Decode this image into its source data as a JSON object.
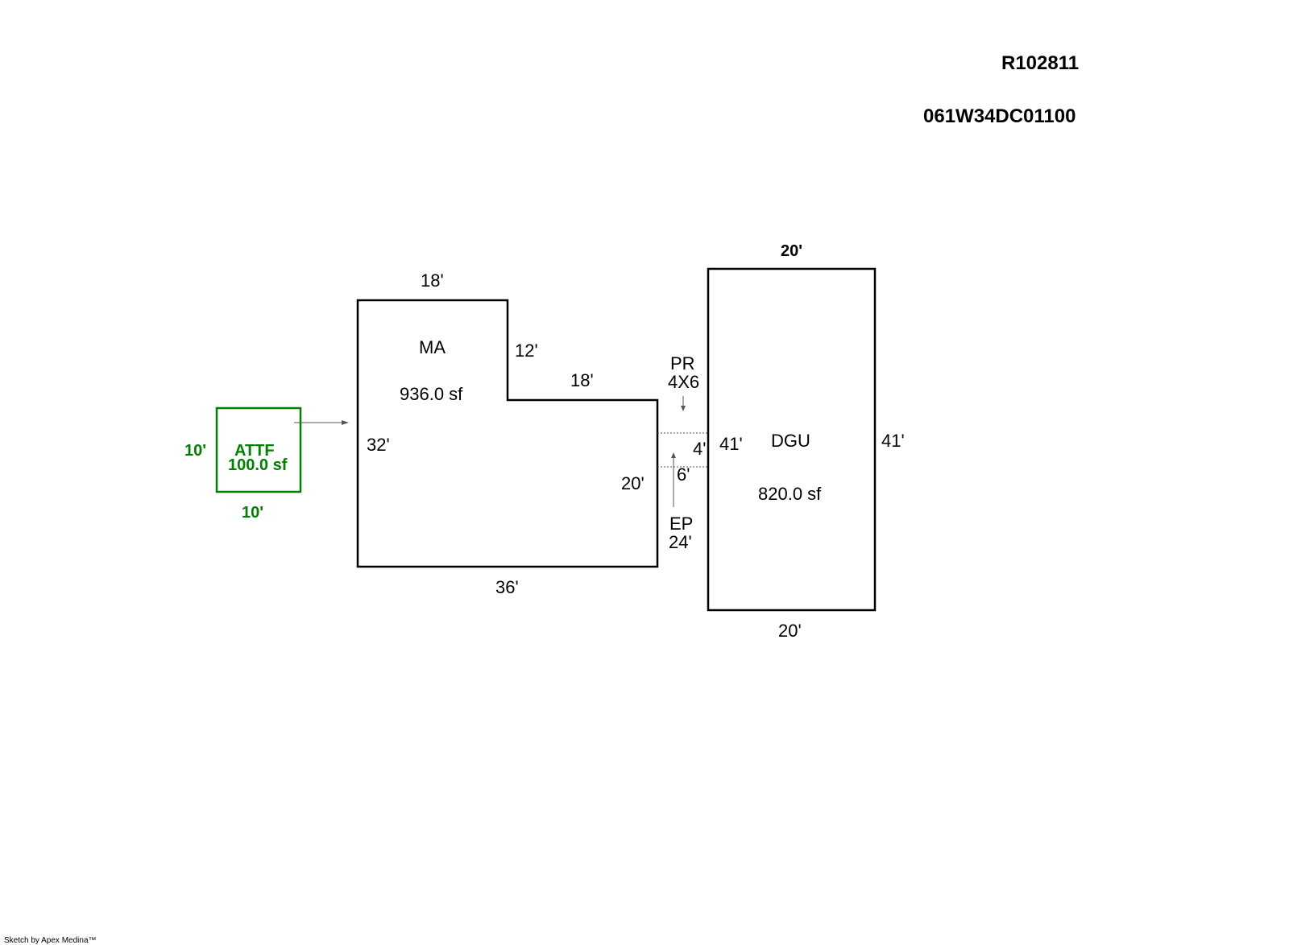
{
  "header": {
    "record_id": "R102811",
    "parcel_id": "061W34DC01100"
  },
  "colors": {
    "line": "#000000",
    "addition": "#008000",
    "connector": "#555555"
  },
  "areas": {
    "ma": {
      "code": "MA",
      "area": "936.0 sf",
      "dims": {
        "top": "18'",
        "step_vertical": "12'",
        "step_horizontal": "18'",
        "left": "32'",
        "right": "20'",
        "bottom": "36'"
      }
    },
    "dgu": {
      "code": "DGU",
      "area": "820.0 sf",
      "dims": {
        "top": "20'",
        "bottom": "20'",
        "left": "41'",
        "right": "41'"
      }
    },
    "attf": {
      "code": "ATTF",
      "area": "100.0 sf",
      "dims": {
        "left": "10'",
        "bottom": "10'"
      }
    },
    "pr": {
      "code": "PR",
      "size": "4X6",
      "dims": {
        "height": "4'",
        "width": "6'"
      }
    },
    "ep": {
      "code": "EP",
      "length": "24'"
    }
  },
  "footer": {
    "credit": "Sketch by Apex Medina™"
  }
}
